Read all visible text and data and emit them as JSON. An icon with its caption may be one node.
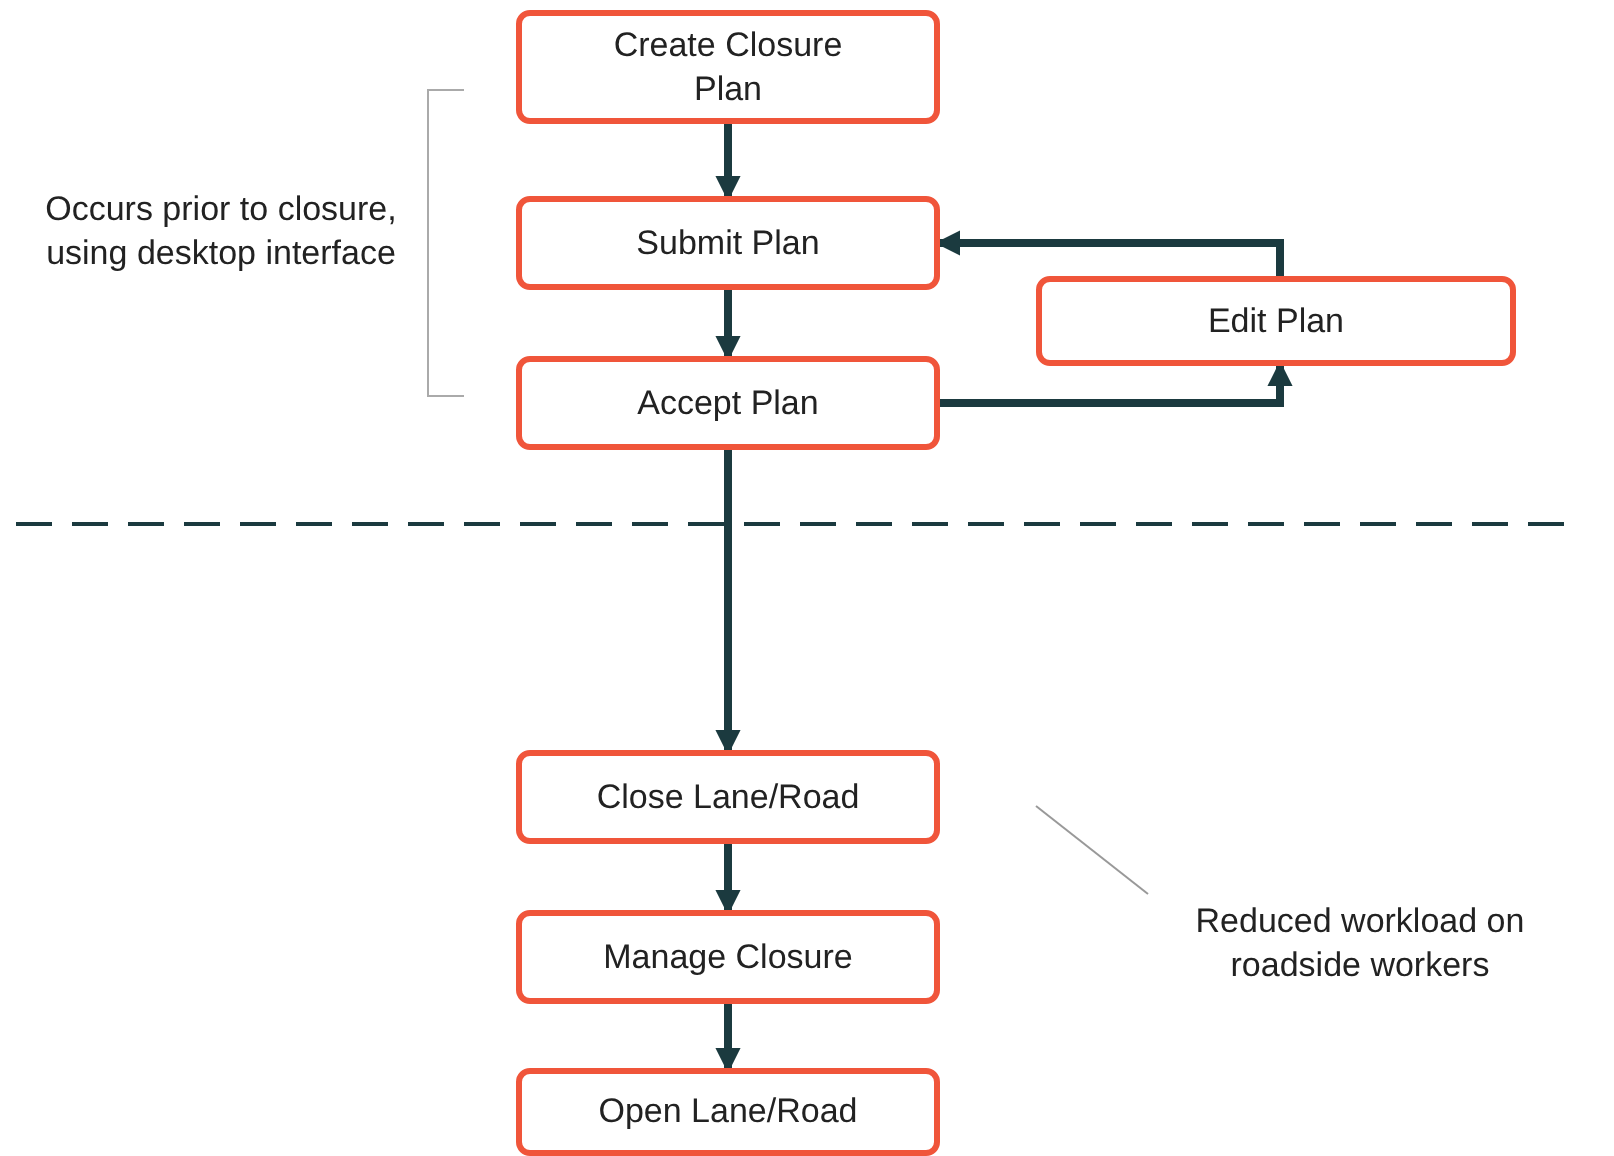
{
  "diagram": {
    "nodes": [
      {
        "text": [
          "Create Closure Plan"
        ]
      },
      {
        "text": [
          "Submit Plan"
        ]
      },
      {
        "text": [
          "Edit Plan"
        ]
      },
      {
        "text": [
          "Accept Plan"
        ]
      },
      {
        "text": [
          "Close Lane/Road"
        ]
      },
      {
        "text": [
          "Manage Closure"
        ]
      },
      {
        "text": [
          "Open Lane/Road"
        ]
      },
      {
        "text": [
          "Reduced workload on roadside workers"
        ]
      }
    ],
    "edges": [
      {
        "from": 0,
        "to": 1,
        "arrow": "to"
      },
      {
        "from": 1,
        "to": 3,
        "arrow": "to"
      },
      {
        "from": 3,
        "to": 2,
        "arrow": "to"
      },
      {
        "from": 2,
        "to": 1,
        "arrow": "to"
      },
      {
        "from": 3,
        "to": 4,
        "arrow": "to"
      },
      {
        "from": 4,
        "to": 5,
        "arrow": "to"
      },
      {
        "from": 5,
        "to": 6,
        "arrow": "to"
      },
      {
        "from": 7,
        "to": null,
        "arrow": "none",
        "color": "#999999"
      }
    ],
    "labels": [
      "Occurs prior to closure, using desktop interface"
    ]
  }
}
